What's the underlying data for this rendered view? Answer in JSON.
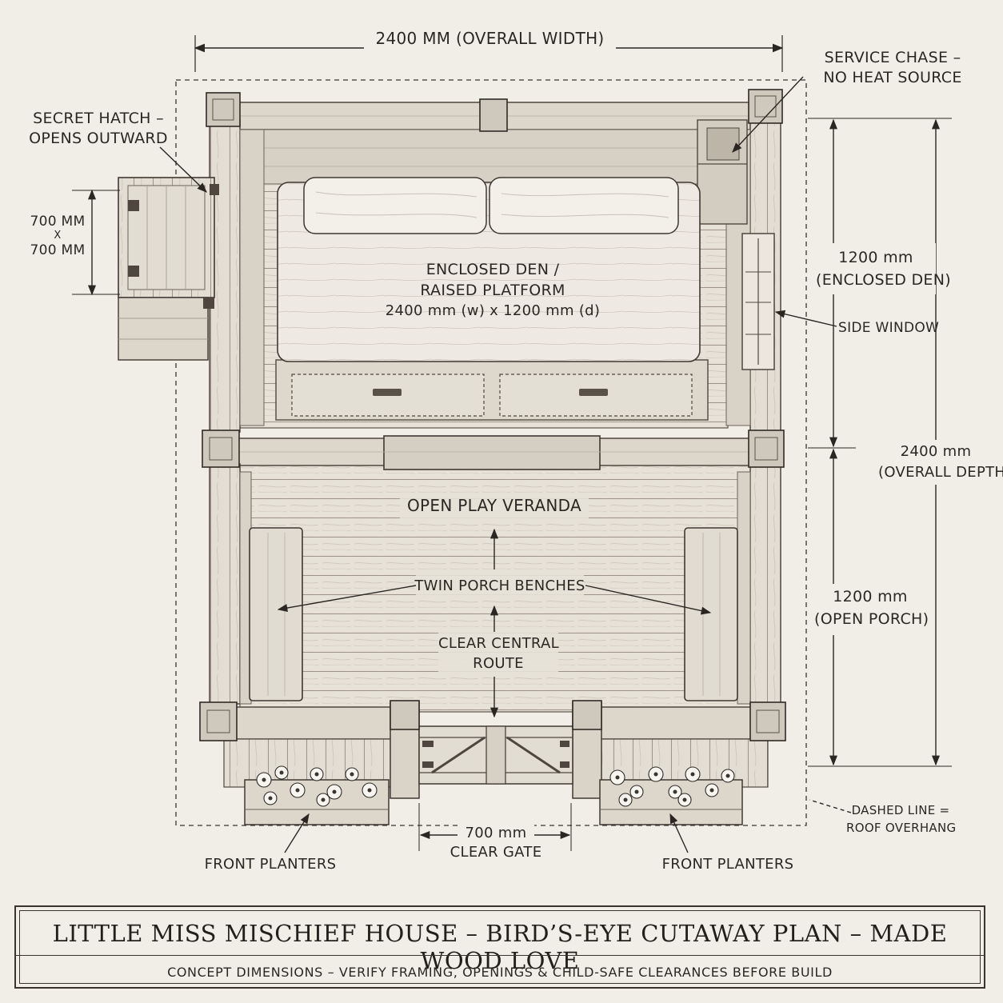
{
  "dimensions": {
    "overall_width": "2400 mm (overall width)",
    "hatch_size": [
      "700 mm",
      "x",
      "700 mm"
    ],
    "enclosed_den": [
      "1200 mm",
      "(enclosed den)"
    ],
    "open_porch": [
      "1200 mm",
      "(open porch)"
    ],
    "overall_depth": [
      "2400 mm",
      "(overall depth)"
    ],
    "gate": [
      "700 mm",
      "clear gate"
    ]
  },
  "labels": {
    "service_chase": [
      "service chase –",
      "no heat source"
    ],
    "secret_hatch": [
      "secret hatch –",
      "opens outward"
    ],
    "enclosed_den": [
      "enclosed den /",
      "raised platform",
      "2400 mm (w) x 1200 mm (d)"
    ],
    "side_window": "side window",
    "open_play_veranda": "open play veranda",
    "twin_porch_benches": "twin porch benches",
    "clear_central_route": [
      "clear central",
      "route"
    ],
    "front_planters_left": "front planters",
    "front_planters_right": "front planters",
    "roof_overhang": [
      "dashed line =",
      "roof overhang"
    ]
  },
  "title_block": {
    "title": "Little Miss Mischief House – Bird’s-Eye Cutaway Plan – Made Wood Love",
    "subtitle": "Concept dimensions – verify framing, openings & child-safe clearances before build"
  },
  "colors": {
    "paper": "#f1eee7",
    "ink": "#2a2622",
    "wood_light": "#e6e1d7",
    "wood_mid": "#d2cbbf",
    "wood_dark": "#8d8478"
  }
}
